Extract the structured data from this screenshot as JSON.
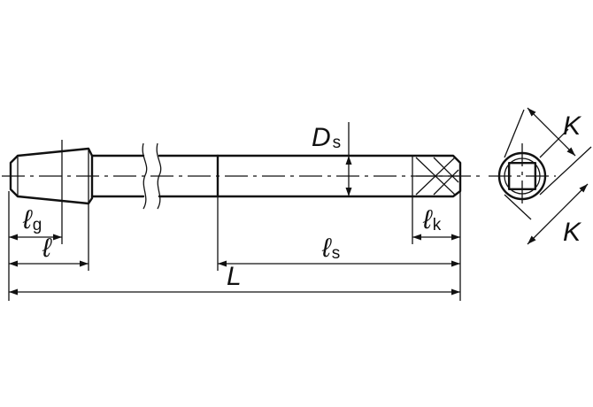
{
  "labels": {
    "Ds": {
      "main": "D",
      "sub": "s"
    },
    "lg": {
      "main": "ℓ",
      "sub": "g"
    },
    "l": {
      "main": "ℓ"
    },
    "lk": {
      "main": "ℓ",
      "sub": "k"
    },
    "ls": {
      "main": "ℓ",
      "sub": "s"
    },
    "L": {
      "main": "L"
    },
    "K_top": {
      "main": "K"
    },
    "K_bottom": {
      "main": "K"
    }
  }
}
